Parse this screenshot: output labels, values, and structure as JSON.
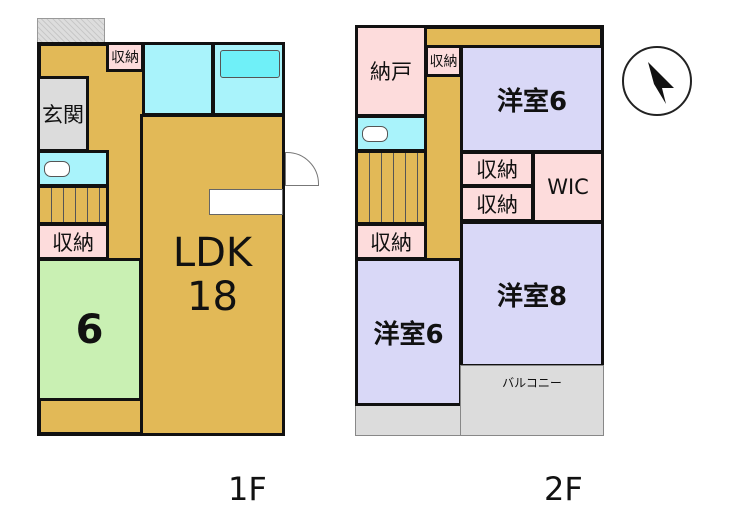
{
  "floor1": {
    "label": "1F",
    "rooms": {
      "storage_top": "収納",
      "entrance": "玄関",
      "storage": "収納",
      "washitsu": "6",
      "ldk_line1": "LDK",
      "ldk_line2": "18"
    }
  },
  "floor2": {
    "label": "2F",
    "rooms": {
      "nando": "納戸",
      "storage_top": "収納",
      "western1": "洋室6",
      "storage_a": "収納",
      "storage_b": "収納",
      "wic": "WIC",
      "storage_left": "収納",
      "western2": "洋室8",
      "western3": "洋室6",
      "balcony": "バルコニー"
    }
  },
  "compass": {
    "icon": "north-arrow-icon"
  }
}
